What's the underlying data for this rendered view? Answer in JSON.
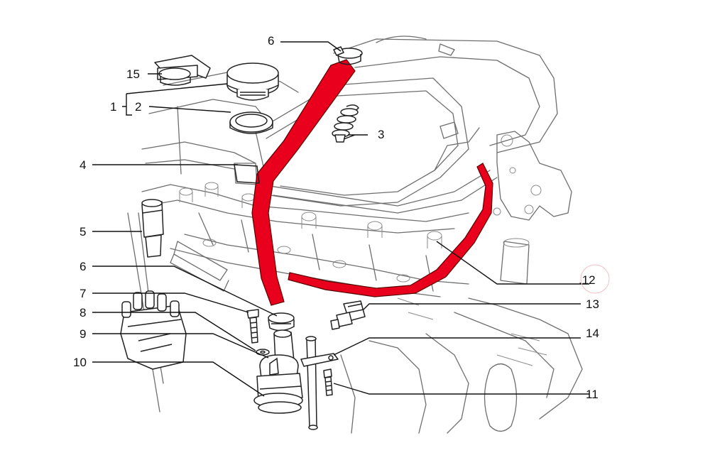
{
  "callouts": {
    "c1": "1",
    "c2": "2",
    "c3": "3",
    "c4": "4",
    "c5": "5",
    "c6a": "6",
    "c6b": "6",
    "c7": "7",
    "c8": "8",
    "c9": "9",
    "c10": "10",
    "c11": "11",
    "c12": ".12",
    "c13": "13",
    "c14": "14",
    "c15": "15"
  },
  "colors": {
    "highlighted_hose": "#e8001c",
    "linework": "#222222",
    "engine_outline": "#6e6e6e",
    "background": "#ffffff"
  }
}
